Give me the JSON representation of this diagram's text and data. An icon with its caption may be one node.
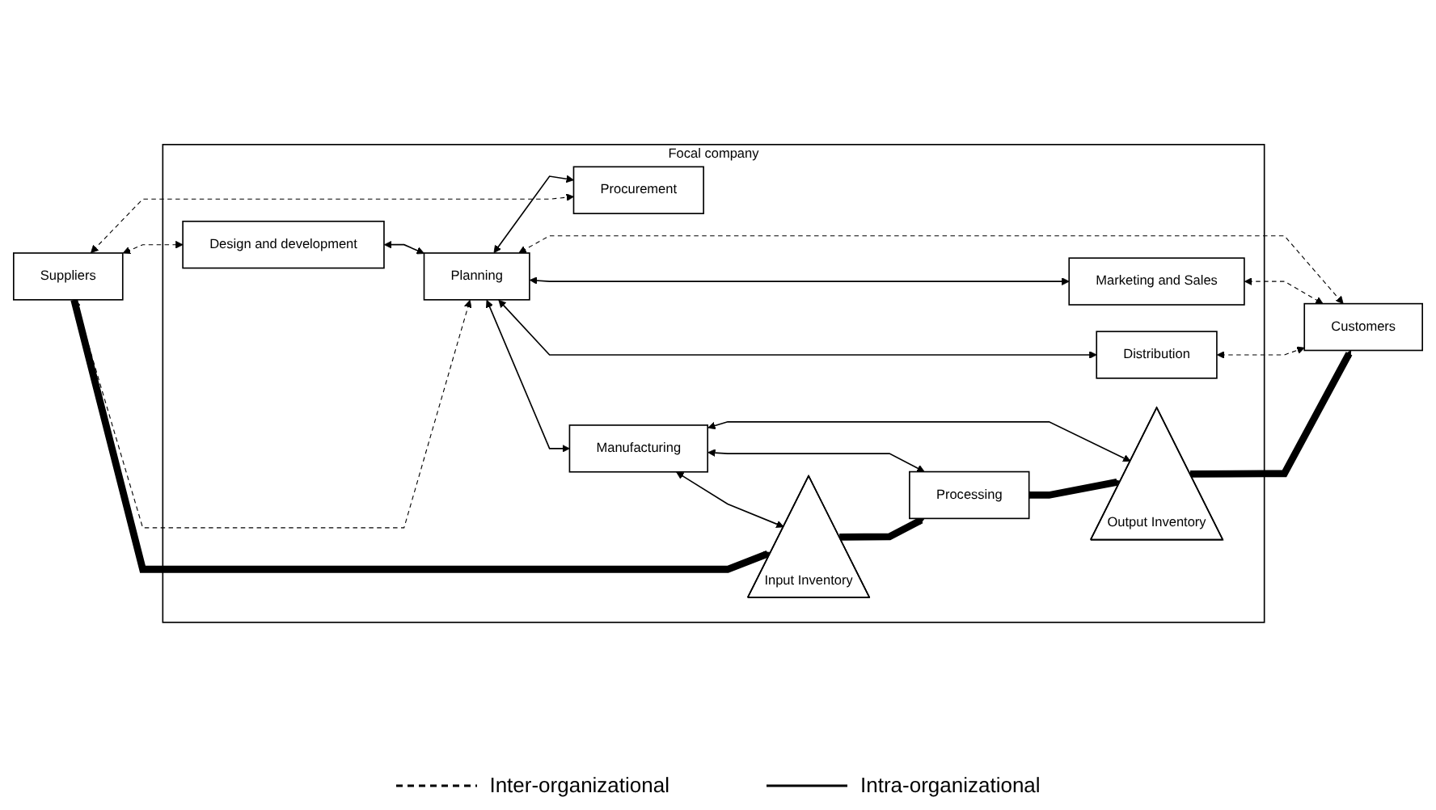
{
  "diagram": {
    "nodes": [
      {
        "text": [
          "Suppliers"
        ]
      },
      {
        "text": [
          "Focal company"
        ]
      },
      {
        "text": [
          "Customers"
        ]
      },
      {
        "text": [
          "Design and development"
        ],
        "in": 1
      },
      {
        "text": [
          "Planning"
        ],
        "in": 1
      },
      {
        "text": [
          "Marketing and Sales"
        ],
        "in": 1
      },
      {
        "text": [
          "Procurement"
        ],
        "in": 1
      },
      {
        "text": [
          "Manufacturing"
        ],
        "in": 1
      },
      {
        "text": [
          "Distribution"
        ],
        "in": 1
      },
      {
        "text": [
          "Input Inventory"
        ],
        "in": 1
      },
      {
        "text": [
          "Processing"
        ],
        "in": 1
      },
      {
        "text": [
          "Output Inventory"
        ],
        "in": 1
      }
    ],
    "edges": [
      {
        "from": 4,
        "to": 0,
        "arrow": "both",
        "style": "dashed"
      },
      {
        "from": 4,
        "to": 2,
        "arrow": "both",
        "style": "dashed"
      },
      {
        "from": 0,
        "to": 3,
        "arrow": "both",
        "style": "dashed"
      },
      {
        "from": 3,
        "to": 4,
        "arrow": "both"
      },
      {
        "from": 4,
        "to": 5,
        "arrow": "both"
      },
      {
        "from": 5,
        "to": 2,
        "arrow": "both",
        "style": "dashed"
      },
      {
        "from": 4,
        "to": 6,
        "arrow": "both"
      },
      {
        "from": 4,
        "to": 7,
        "arrow": "both"
      },
      {
        "from": 4,
        "to": 8,
        "arrow": "both"
      },
      {
        "from": 0,
        "to": 6,
        "arrow": "both",
        "style": "dashed"
      },
      {
        "from": 8,
        "to": 2,
        "arrow": "both",
        "style": "dashed"
      },
      {
        "from": 7,
        "to": 9,
        "arrow": "both"
      },
      {
        "from": 7,
        "to": 10,
        "arrow": "both"
      },
      {
        "from": 7,
        "to": 11,
        "arrow": "both"
      },
      {
        "from": 0,
        "to": 9,
        "arrow": "to",
        "style": "thick"
      },
      {
        "from": 9,
        "to": 10,
        "arrow": "to",
        "style": "thick"
      },
      {
        "from": 10,
        "to": 11,
        "arrow": "to",
        "style": "thick"
      },
      {
        "from": 11,
        "to": 2,
        "arrow": "to",
        "style": "thick"
      }
    ],
    "legend": [
      {
        "text": "Inter-organizational"
      },
      {
        "text": "Intra-organizational"
      }
    ]
  }
}
